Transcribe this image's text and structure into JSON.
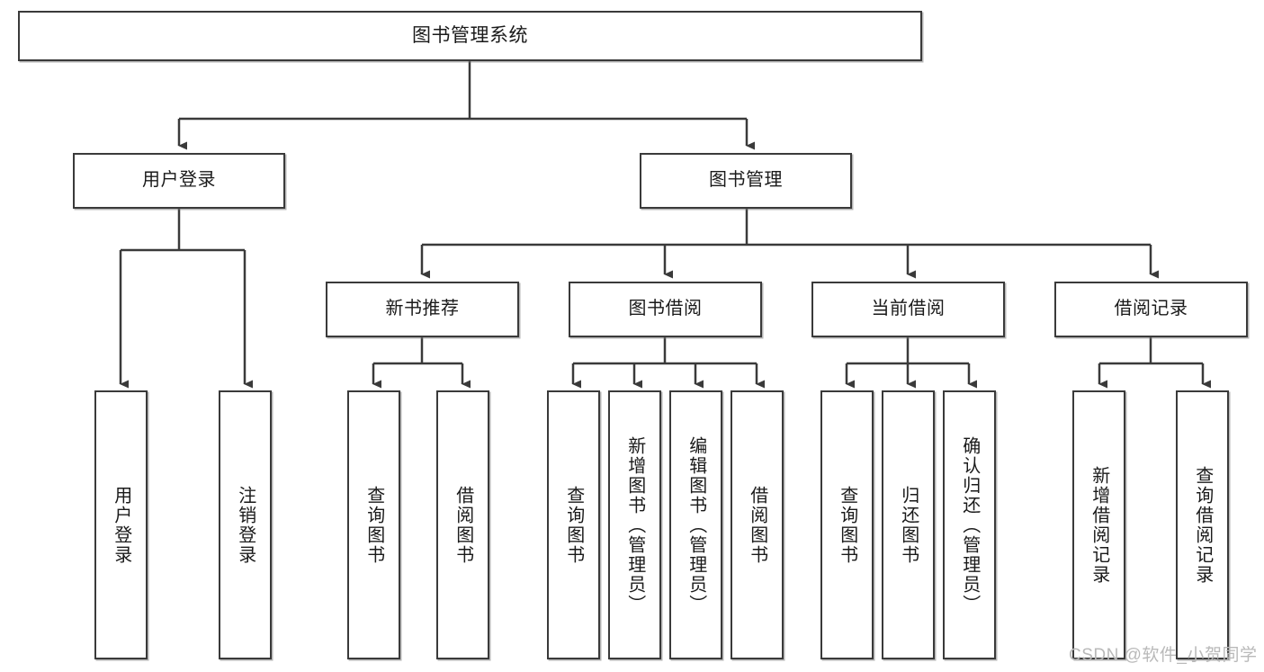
{
  "diagram": {
    "type": "tree-hierarchy-chart",
    "title": "图书管理系统",
    "colors": {
      "box_border": "#3a3a3a",
      "box_fill": "#ffffff",
      "connector": "#3a3a3a",
      "watermark": "#b9b9b9",
      "background": "#ffffff"
    },
    "root": {
      "label": "图书管理系统"
    },
    "level2": [
      {
        "label": "用户登录"
      },
      {
        "label": "图书管理"
      }
    ],
    "level3": [
      {
        "label": "新书推荐"
      },
      {
        "label": "图书借阅"
      },
      {
        "label": "当前借阅"
      },
      {
        "label": "借阅记录"
      }
    ],
    "leaves": {
      "user_login": [
        {
          "label": "用户登录"
        },
        {
          "label": "注销登录"
        }
      ],
      "new_book_recommend": [
        {
          "label": "查询图书"
        },
        {
          "label": "借阅图书"
        }
      ],
      "book_borrow": [
        {
          "label": "查询图书"
        },
        {
          "label": "新增图书（管理员）"
        },
        {
          "label": "编辑图书（管理员）"
        },
        {
          "label": "借阅图书"
        }
      ],
      "current_borrow": [
        {
          "label": "查询图书"
        },
        {
          "label": "归还图书"
        },
        {
          "label": "确认归还（管理员）"
        }
      ],
      "borrow_record": [
        {
          "label": "新增借阅记录"
        },
        {
          "label": "查询借阅记录"
        }
      ]
    }
  },
  "watermark": {
    "text": "CSDN @软件_小贺同学"
  }
}
